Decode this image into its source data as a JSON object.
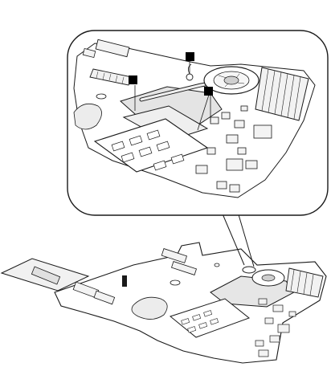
{
  "figure": {
    "callouts": [
      {
        "id": "1",
        "label": ""
      },
      {
        "id": "2",
        "label": ""
      },
      {
        "id": "3",
        "label": ""
      }
    ]
  }
}
